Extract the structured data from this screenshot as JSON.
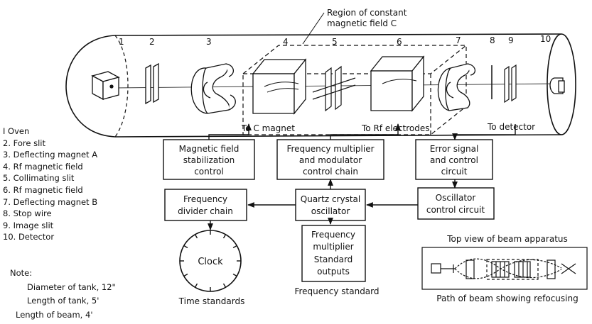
{
  "callout": {
    "line1": "Region of constant",
    "line2": "magnetic field C"
  },
  "tank_numbers": [
    "1",
    "2",
    "3",
    "4",
    "5",
    "6",
    "7",
    "8",
    "9",
    "10"
  ],
  "connections": {
    "to_c_magnet": "To C magnet",
    "to_rf_electrodes": "To Rf electrodes",
    "to_detector": "To detector"
  },
  "legend": [
    "I  Oven",
    "2. Fore slit",
    "3. Deflecting magnet A",
    "4. Rf magnetic field",
    "5. Collimating slit",
    "6. Rf magnetic field",
    "7. Deflecting magnet B",
    "8. Stop wire",
    "9. Image slit",
    "10. Detector"
  ],
  "note": {
    "title": "Note:",
    "lines": [
      "Diameter of tank, 12\"",
      "Length of tank, 5'",
      "Length of beam, 4'"
    ]
  },
  "blocks": {
    "mag_stab": [
      "Magnetic field",
      "stabilization",
      "control"
    ],
    "freq_mult_mod": [
      "Frequency multiplier",
      "and modulator",
      "control chain"
    ],
    "error_signal": [
      "Error signal",
      "and control",
      "circuit"
    ],
    "freq_divider": [
      "Frequency",
      "divider chain"
    ],
    "quartz": [
      "Quartz crystal",
      "oscillator"
    ],
    "osc_control": [
      "Oscillator",
      "control circuit"
    ],
    "freq_mult_std": [
      "Frequency",
      "multiplier",
      "Standard",
      "outputs"
    ]
  },
  "clock_label": "Clock",
  "time_standards": "Time standards",
  "frequency_standard": "Frequency standard",
  "top_view": {
    "title": "Top view of beam apparatus",
    "caption": "Path of beam showing refocusing"
  }
}
